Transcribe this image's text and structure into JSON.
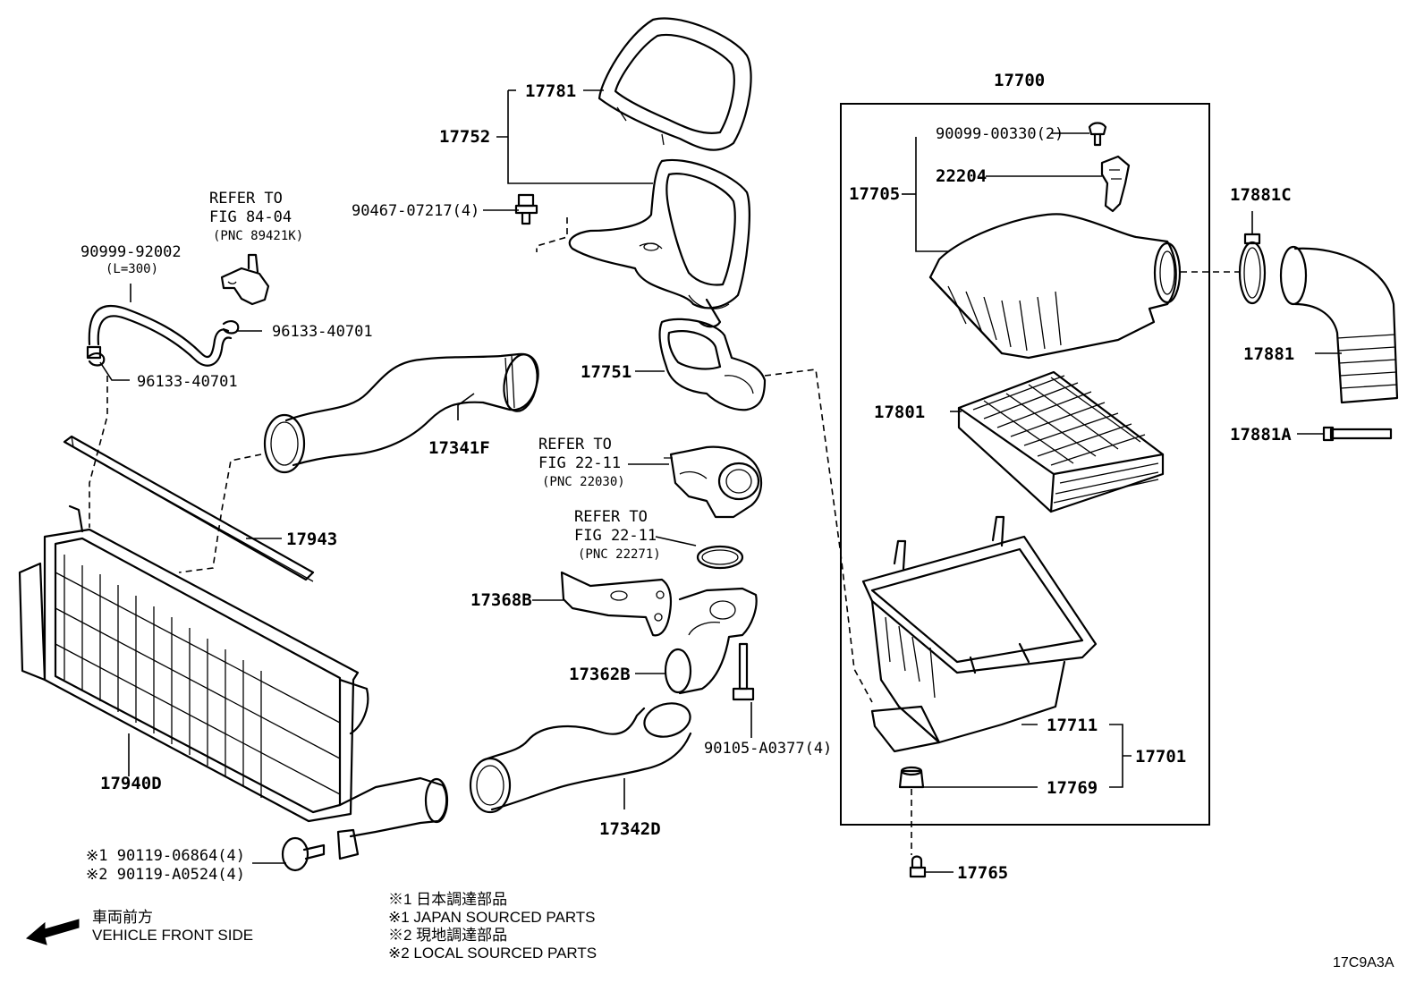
{
  "labels": {
    "p17781": "17781",
    "p17752": "17752",
    "p90467": "90467-07217(4)",
    "p90999": "90999-92002",
    "p90999_len": "(L=300)",
    "p96133a": "96133-40701",
    "p96133b": "96133-40701",
    "p17751": "17751",
    "p17341f": "17341F",
    "p17943": "17943",
    "p17368b": "17368B",
    "p17362b": "17362B",
    "p90105": "90105-A0377(4)",
    "p17342d": "17342D",
    "p17940d": "17940D",
    "p90119a": "※1 90119-06864(4)",
    "p90119b": "※2 90119-A0524(4)",
    "p17700": "17700",
    "p90099": "90099-00330(2)",
    "p17705": "17705",
    "p22204": "22204",
    "p17801": "17801",
    "p17711": "17711",
    "p17701": "17701",
    "p17769": "17769",
    "p17765": "17765",
    "p17881c": "17881C",
    "p17881": "17881",
    "p17881a": "17881A"
  },
  "references": [
    {
      "line1": "REFER TO",
      "line2": "FIG 84-04",
      "line3": "(PNC 89421K)"
    },
    {
      "line1": "REFER TO",
      "line2": "FIG 22-11",
      "line3": "(PNC 22030)"
    },
    {
      "line1": "REFER TO",
      "line2": "FIG 22-11",
      "line3": "(PNC 22271)"
    }
  ],
  "direction": {
    "jp": "車両前方",
    "en": "VEHICLE FRONT SIDE"
  },
  "notes": [
    "※1  日本調達部品",
    "※1  JAPAN SOURCED PARTS",
    "※2  現地調達部品",
    "※2  LOCAL SOURCED PARTS"
  ],
  "figure_code": "17C9A3A"
}
